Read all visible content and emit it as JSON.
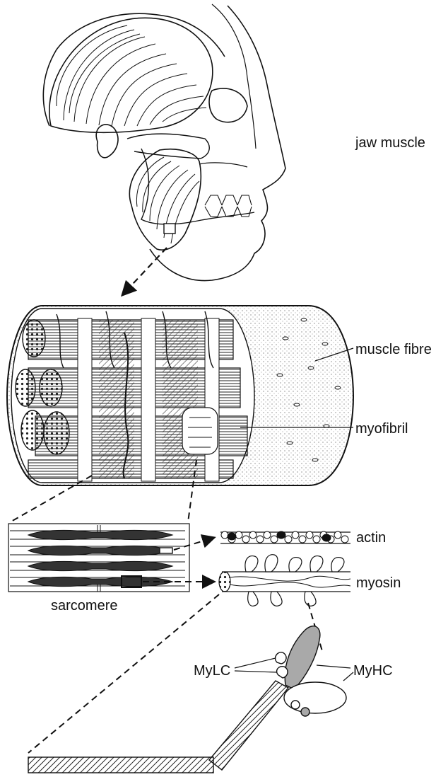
{
  "labels": {
    "jaw_muscle": "jaw muscle",
    "muscle_fibre": "muscle fibre",
    "myofibril": "myofibril",
    "actin": "actin",
    "myosin": "myosin",
    "sarcomere": "sarcomere",
    "mylc": "MyLC",
    "myhc": "MyHC"
  },
  "colors": {
    "ink": "#111111",
    "myosin_head_fill": "#a9a9a9",
    "sarcomere_thick": "#333333",
    "fibre_fill": "#f4f4f4"
  }
}
